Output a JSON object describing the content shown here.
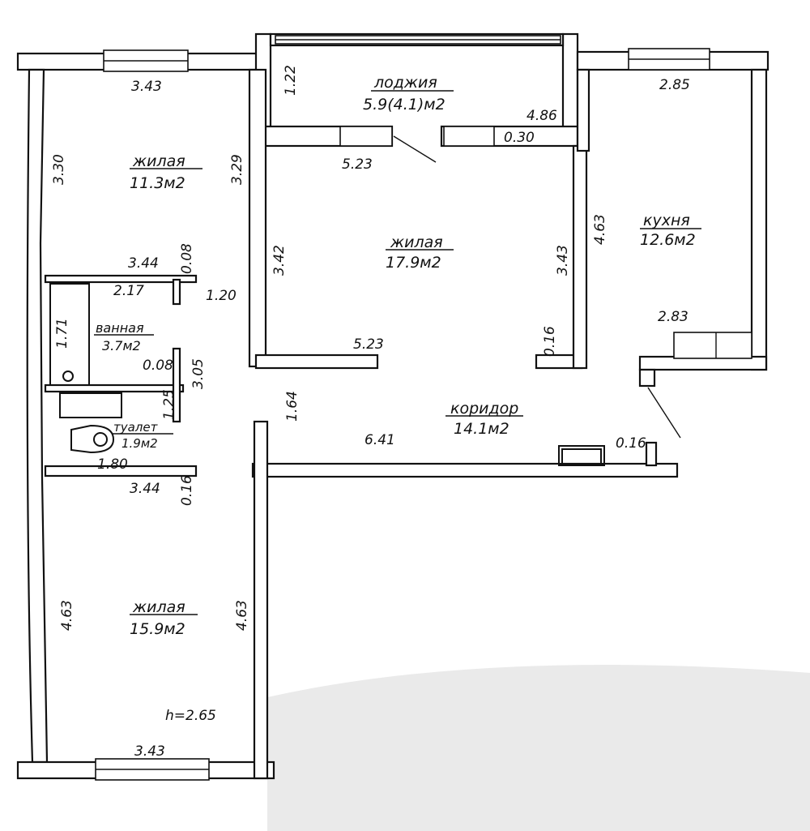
{
  "rooms": {
    "bedroom_top_left": {
      "name": "жилая",
      "area": "11.3м2"
    },
    "loggia": {
      "name": "лоджия",
      "area": "5.9(4.1)м2"
    },
    "living_center": {
      "name": "жилая",
      "area": "17.9м2"
    },
    "kitchen": {
      "name": "кухня",
      "area": "12.6м2"
    },
    "bathroom": {
      "name": "ванная",
      "area": "3.7м2"
    },
    "toilet": {
      "name": "туалет",
      "area": "1.9м2"
    },
    "corridor": {
      "name": "коридор",
      "area": "14.1м2"
    },
    "bedroom_bottom_left": {
      "name": "жилая",
      "area": "15.9м2"
    }
  },
  "dimensions": {
    "d_343_top": "3.43",
    "d_122": "1.22",
    "d_486": "4.86",
    "d_030": "0.30",
    "d_285": "2.85",
    "d_330": "3.30",
    "d_329": "3.29",
    "d_523_top": "5.23",
    "d_463_kitchen": "4.63",
    "d_342": "3.42",
    "d_343_right": "3.43",
    "d_344_a": "3.44",
    "d_008_a": "0.08",
    "d_217": "2.17",
    "d_120": "1.20",
    "d_283": "2.83",
    "d_171": "1.71",
    "d_523_bottom": "5.23",
    "d_016_a": "0.16",
    "d_008_b": "0.08",
    "d_305": "3.05",
    "d_125": "1.25",
    "d_164": "1.64",
    "d_641": "6.41",
    "d_016_b": "0.16",
    "d_180": "1.80",
    "d_344_b": "3.44",
    "d_016_c": "0.16",
    "d_463_left": "4.63",
    "d_463_mid": "4.63",
    "d_343_bottom": "3.43"
  },
  "ceiling_height": "h=2.65"
}
